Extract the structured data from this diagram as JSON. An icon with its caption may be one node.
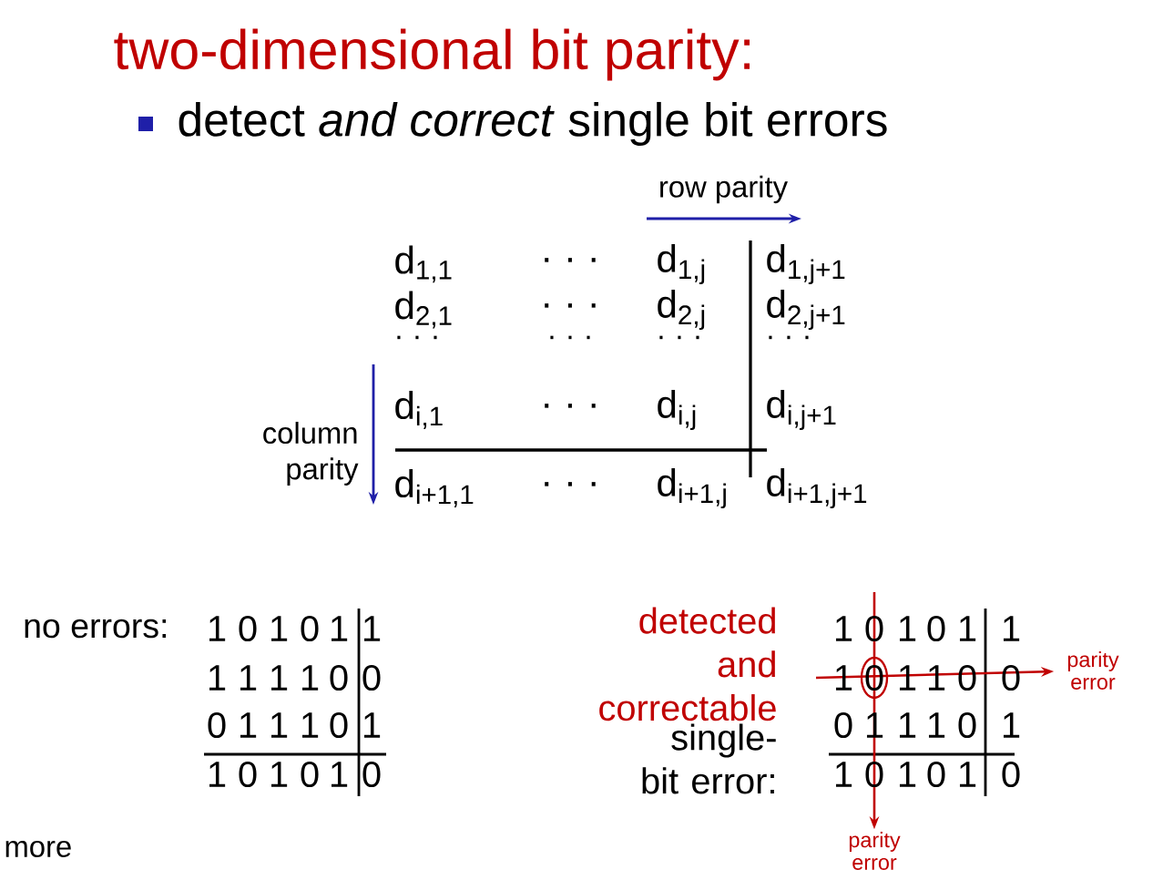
{
  "diagram": {
    "title": "two-dimensional bit parity:",
    "nodes": [
      {
        "text": [
          "parity error"
        ]
      },
      {
        "text": [
          "parity error"
        ]
      }
    ],
    "edges": [
      {
        "from": null,
        "to": 0,
        "arrow": "to"
      },
      {
        "from": null,
        "to": 1,
        "arrow": "to"
      }
    ],
    "labels": [
      "detect *and correct* single bit errors",
      "row parity",
      "column parity",
      "d$_{1,1}$",
      "· · ·",
      "d$_{1,j}$",
      "d$_{1,j+1}$",
      "d$_{2,1}$",
      "· · ·",
      "d$_{2,j}$",
      "d$_{2,j+1}$",
      "· · ·",
      "· · ·",
      "· · ·",
      "· · ·",
      "d$_{i,1}$",
      "· · ·",
      "d$_{i,j}$",
      "d$_{i,j+1}$",
      "d$_{i+1,1}$",
      "· · ·",
      "d$_{i+1,j}$",
      "d$_{i+1,j+1}$",
      "no errors:",
      "1",
      "0",
      "1",
      "0",
      "1",
      "1",
      "1",
      "1",
      "1",
      "1",
      "0",
      "0",
      "0",
      "1",
      "1",
      "1",
      "0",
      "1",
      "1",
      "0",
      "1",
      "0",
      "1",
      "0",
      "detected and correctable",
      "single-bit error:",
      "1",
      "0",
      "1",
      "0",
      "1",
      "1",
      "1",
      "0",
      "1",
      "1",
      "0",
      "0",
      "0",
      "1",
      "1",
      "1",
      "0",
      "1",
      "1",
      "0",
      "1",
      "0",
      "1",
      "0",
      "more"
    ]
  }
}
